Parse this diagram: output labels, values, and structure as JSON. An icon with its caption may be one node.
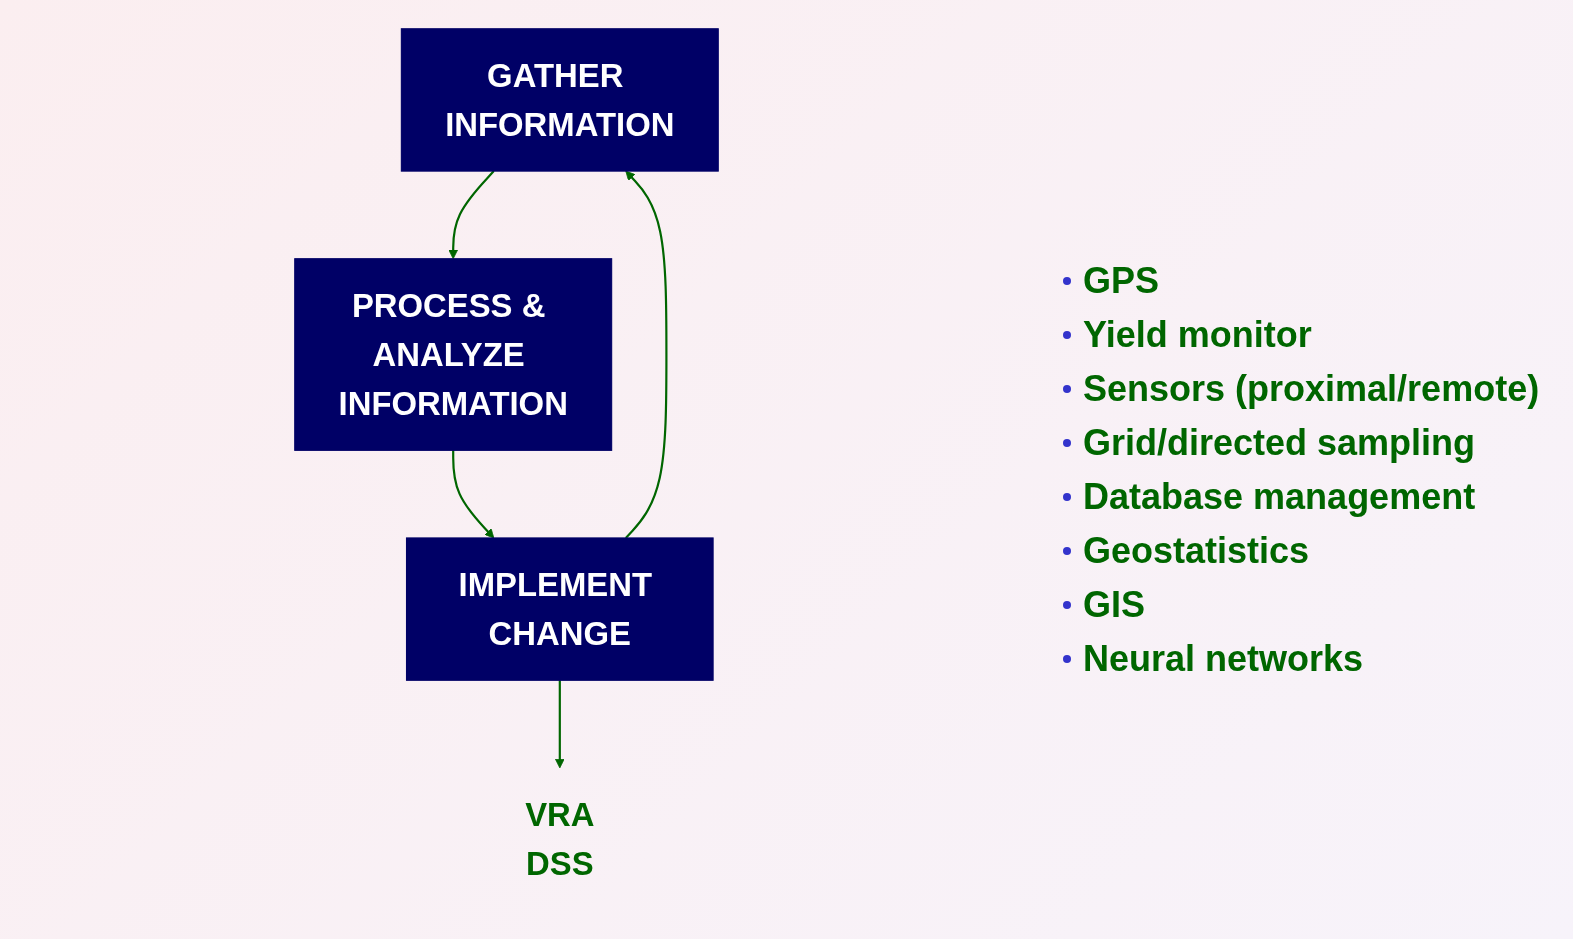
{
  "diagram": {
    "nodes": [
      {
        "text": [
          "GATHER INFORMATION"
        ]
      },
      {
        "text": [
          "PROCESS & ANALYZE INFORMATION"
        ]
      },
      {
        "text": [
          "IMPLEMENT CHANGE"
        ]
      },
      {
        "text": [
          "VRA",
          "DSS"
        ]
      }
    ],
    "edges": [
      {
        "from": 0,
        "to": 1,
        "arrow": "to"
      },
      {
        "from": 1,
        "to": 2,
        "arrow": "to"
      },
      {
        "from": 2,
        "to": 0,
        "arrow": "to"
      },
      {
        "from": 2,
        "to": 3,
        "arrow": "to"
      }
    ],
    "labels": [
      "GPS",
      "Yield monitor",
      "Sensors (proximal/remote)",
      "Grid/directed sampling",
      "Database management",
      "Geostatistics",
      "GIS",
      "Neural networks"
    ]
  }
}
